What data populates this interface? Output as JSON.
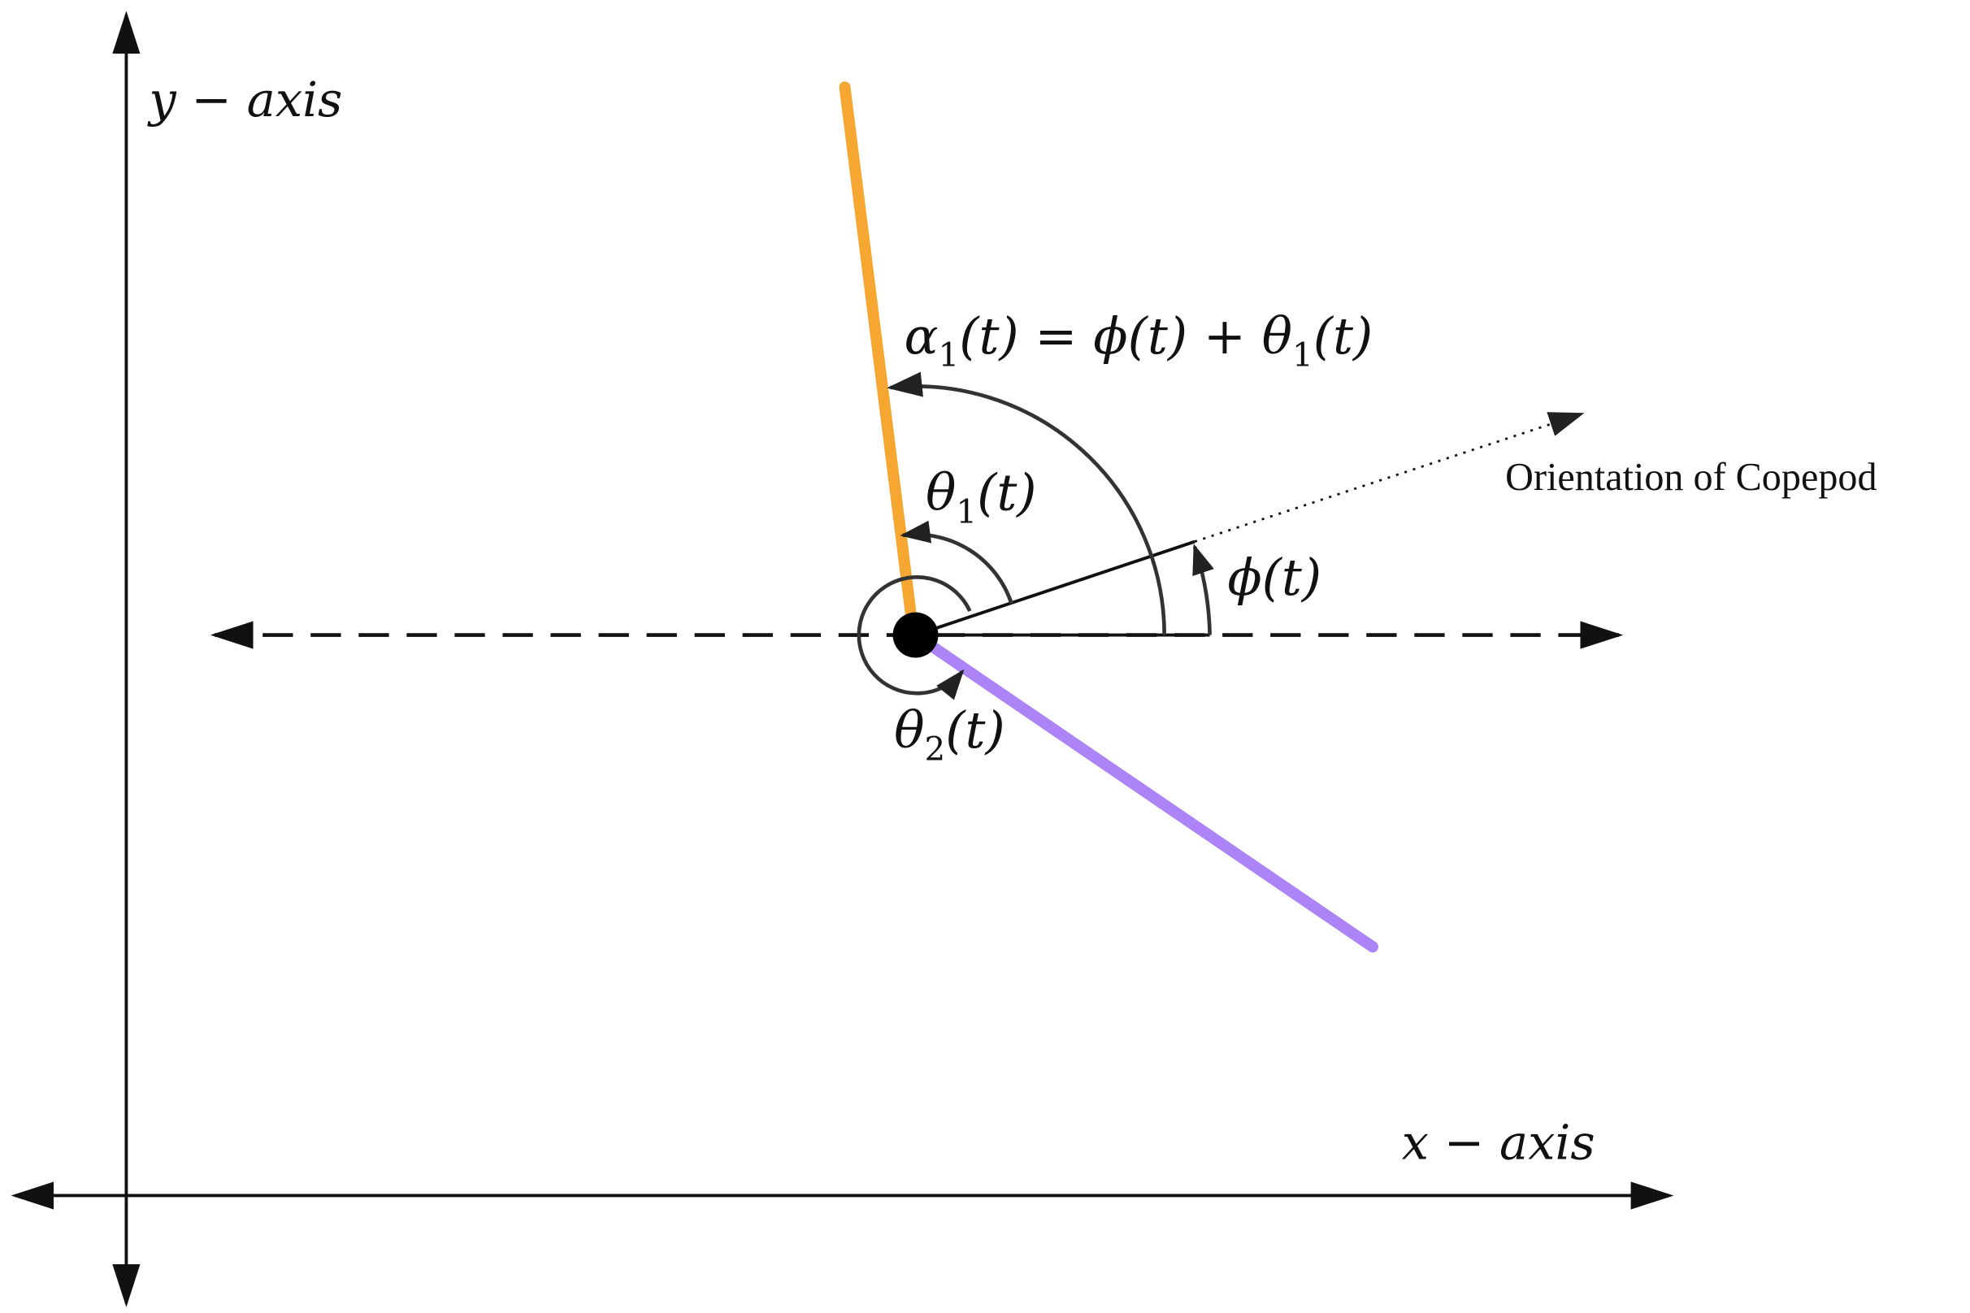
{
  "labels": {
    "y_axis": "y − axis",
    "x_axis": "x − axis",
    "orientation": "Orientation of Copepod",
    "alpha_sym": "α",
    "alpha_sub": "1",
    "alpha_rest": "(t) = ϕ(t) + θ",
    "alpha_sub2": "1",
    "alpha_end": "(t)",
    "theta1_sym": "θ",
    "theta1_sub": "1",
    "theta1_end": "(t)",
    "theta2_sym": "θ",
    "theta2_sub": "2",
    "theta2_end": "(t)",
    "phi": "ϕ(t)"
  },
  "colors": {
    "appendage_1": "#F5A020",
    "appendage_2": "#A97CF8",
    "ink": "#111111",
    "arc": "#333333"
  }
}
